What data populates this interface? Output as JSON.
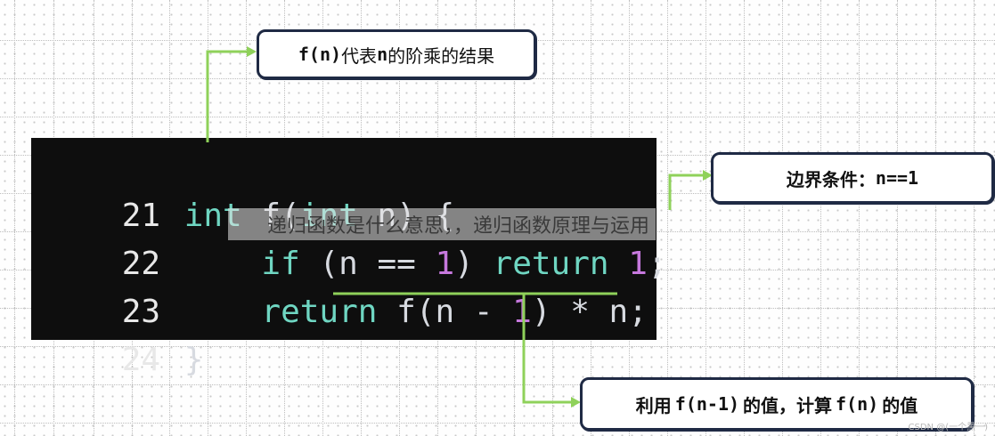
{
  "code": {
    "lines": [
      {
        "num": "21",
        "parts": [
          [
            "kw",
            "int"
          ],
          [
            "plain",
            " f("
          ],
          [
            "kw",
            "int"
          ],
          [
            "plain",
            " n) {"
          ]
        ]
      },
      {
        "num": "22",
        "parts": [
          [
            "kw",
            "if"
          ],
          [
            "plain",
            " (n == "
          ],
          [
            "num",
            "1"
          ],
          [
            "plain",
            ") "
          ],
          [
            "kw",
            "return"
          ],
          [
            "plain",
            " "
          ],
          [
            "num",
            "1"
          ],
          [
            "plain",
            ";"
          ]
        ]
      },
      {
        "num": "23",
        "parts": [
          [
            "kw",
            "return"
          ],
          [
            "plain",
            " f(n - "
          ],
          [
            "num",
            "1"
          ],
          [
            "plain",
            ") * n;"
          ]
        ]
      },
      {
        "num": "24",
        "parts": [
          [
            "plain",
            "}"
          ]
        ]
      }
    ]
  },
  "callouts": {
    "top": {
      "code": "f(n)",
      "text1": " 代表 ",
      "code2": "n",
      "text2": " 的阶乘的结果"
    },
    "right": {
      "text": "边界条件：",
      "code": "n==1"
    },
    "bottom": {
      "text1": "利用 ",
      "code1": "f(n-1)",
      "text2": "的值，计算 ",
      "code2": "f(n)",
      "text3": "的值"
    }
  },
  "overlay": {
    "title": "递归函数是什么意思，，递归函数原理与运用"
  },
  "watermark": "CSDN @(一个黑一)",
  "colors": {
    "arrow": "#8fd15a",
    "panel": "#0e0e0e",
    "keyword": "#6fd6c2",
    "number": "#c678dd",
    "border": "#1f2a44"
  }
}
